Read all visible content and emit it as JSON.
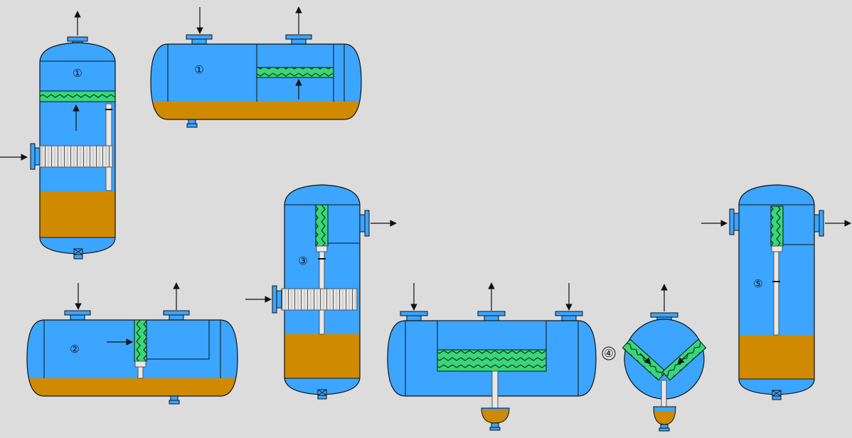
{
  "colors": {
    "background": "#dcdcdc",
    "vessel": "#3ba5ff",
    "liquid": "#d08a00",
    "mesh": "#39d67a",
    "outline": "#1a1a1a",
    "pipe": "#e8e8e8"
  },
  "separators": [
    {
      "id": "vertical-1",
      "label": "①",
      "orientation": "vertical"
    },
    {
      "id": "horizontal-1",
      "label": "①",
      "orientation": "horizontal"
    },
    {
      "id": "horizontal-2",
      "label": "②",
      "orientation": "horizontal"
    },
    {
      "id": "vertical-3",
      "label": "③",
      "orientation": "vertical"
    },
    {
      "id": "horizontal-4",
      "label": "④",
      "orientation": "horizontal"
    },
    {
      "id": "vertical-5",
      "label": "⑤",
      "orientation": "vertical"
    }
  ]
}
